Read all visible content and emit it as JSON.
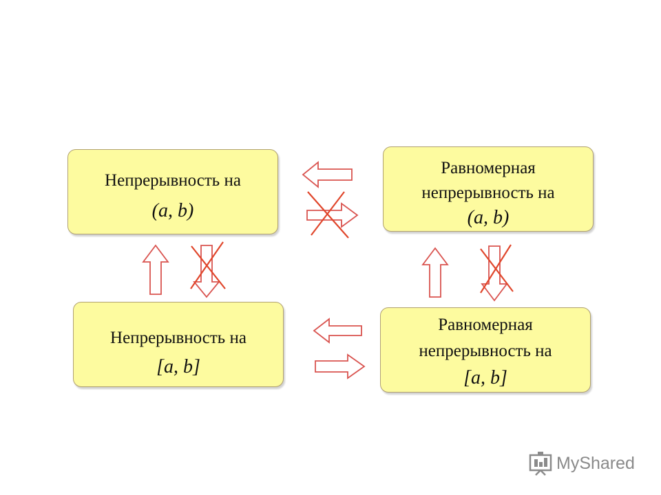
{
  "boxes": {
    "b1": {
      "lines": [
        "Непрерывность на"
      ],
      "math": "(a, b)"
    },
    "b2": {
      "lines": [
        "Равномерная",
        "непрерывность на"
      ],
      "math": "(a, b)"
    },
    "b3": {
      "lines": [
        "Непрерывность на"
      ],
      "math": "[a, b]"
    },
    "b4": {
      "lines": [
        "Равномерная",
        "непрерывность на"
      ],
      "math": "[a, b]"
    }
  },
  "colors": {
    "box_fill": "#fdfb9f",
    "arrow": "#d9534f",
    "cross": "#e0452a"
  },
  "watermark": {
    "text": "MyShared",
    "icon": "presentation-board-icon"
  }
}
